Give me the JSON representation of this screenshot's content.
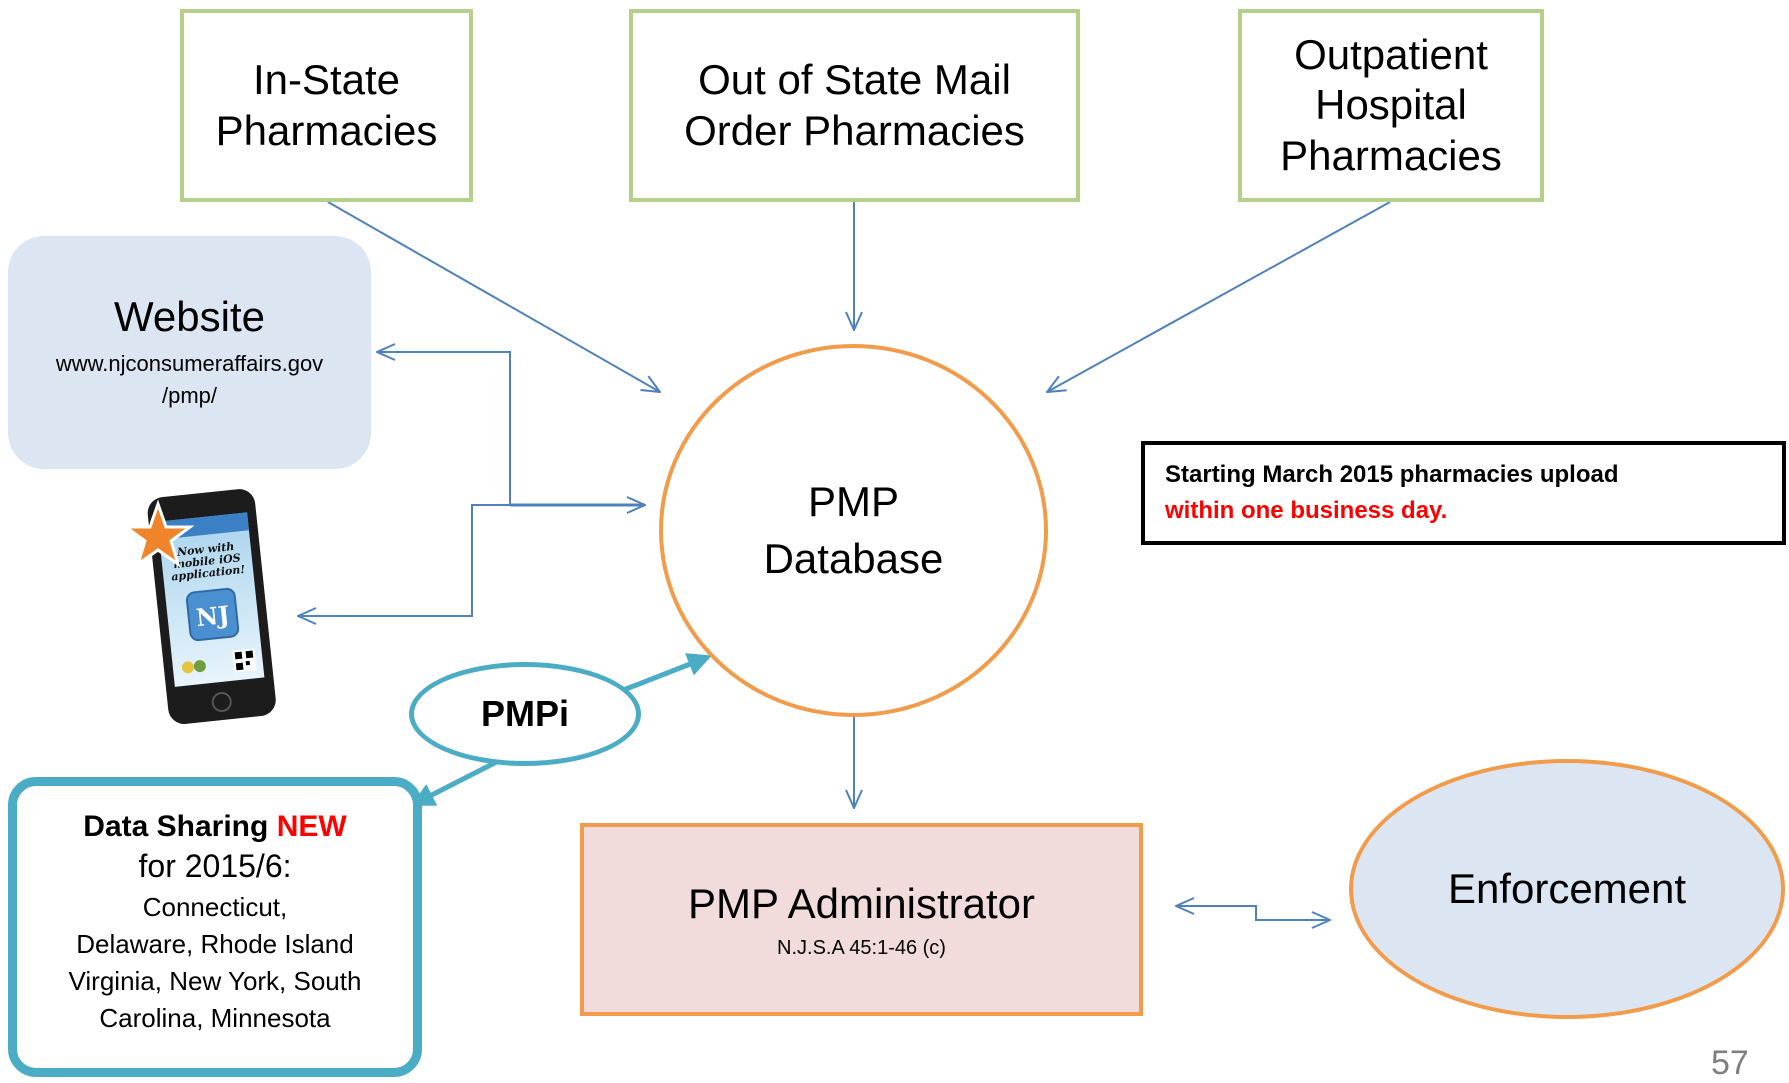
{
  "sources": [
    {
      "label": "In-State\nPharmacies"
    },
    {
      "label": "Out of State Mail\nOrder Pharmacies"
    },
    {
      "label": "Outpatient\nHospital\nPharmacies"
    }
  ],
  "website": {
    "title": "Website",
    "url_line1": "www.njconsumeraffairs.gov",
    "url_line2": "/pmp/"
  },
  "phone": {
    "screen_text": "Now with mobile iOS application!",
    "logo": "NJ",
    "icon": "smartphone-icon"
  },
  "database": {
    "label": "PMP\nDatabase"
  },
  "pmpi": {
    "label": "PMPi"
  },
  "data_sharing": {
    "title": "Data Sharing",
    "new_label": "NEW",
    "year_line": "for 2015/6:",
    "states": "Connecticut,\nDelaware, Rhode Island\nVirginia, New York, South\nCarolina, Minnesota"
  },
  "admin": {
    "title": "PMP Administrator",
    "subtitle": "N.J.S.A 45:1-46 (c)"
  },
  "enforcement": {
    "label": "Enforcement"
  },
  "note": {
    "text": "Starting March 2015 pharmacies upload",
    "highlight": "within one business day."
  },
  "page_number": "57",
  "colors": {
    "green_border": "#b5d08a",
    "orange_border": "#f29b4b",
    "teal": "#4bacc6",
    "arrow_blue": "#4f81bd",
    "light_blue_fill": "#dce6f2",
    "pink_fill": "#f2dcdb",
    "red_text": "#ff0000"
  }
}
